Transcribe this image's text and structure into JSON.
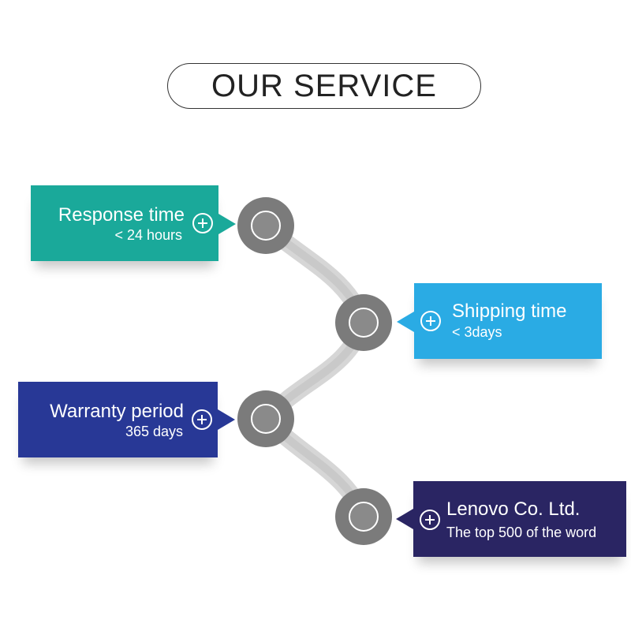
{
  "header": {
    "title": "OUR SERVICE"
  },
  "services": [
    {
      "title": "Response time",
      "subtitle": "< 24 hours",
      "color": "#1aa99a"
    },
    {
      "title": "Shipping time",
      "subtitle": "< 3days",
      "color": "#2aabe4"
    },
    {
      "title": "Warranty period",
      "subtitle": "365 days",
      "color": "#283896"
    },
    {
      "title": "Lenovo Co. Ltd.",
      "subtitle": "The top 500 of the word",
      "color": "#2a2563"
    }
  ],
  "icons": {
    "card_icon": "plus-circle-icon",
    "node_icon": "ring-icon"
  },
  "colors": {
    "connector": "#d2d2d2",
    "node": "#7b7b7b",
    "title_border": "#333333"
  }
}
